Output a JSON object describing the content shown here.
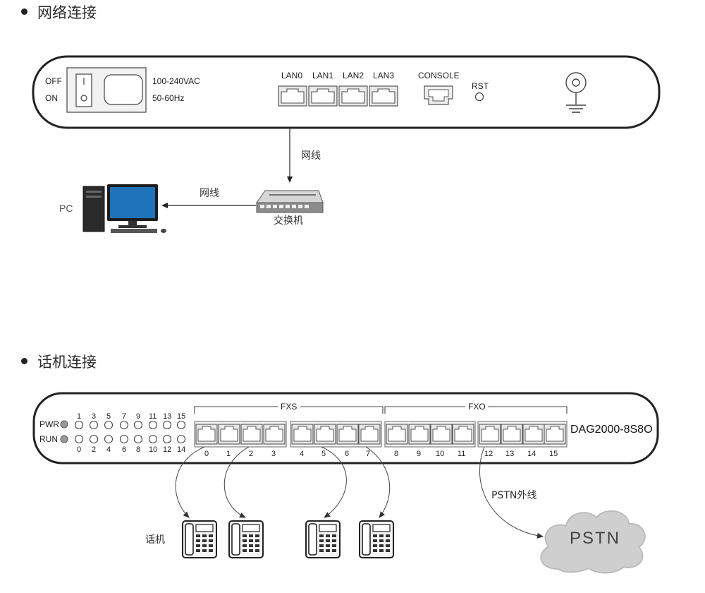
{
  "sections": {
    "network": "网络连接",
    "phone": "话机连接"
  },
  "device1": {
    "power_off": "OFF",
    "power_on": "ON",
    "voltage": "100-240VAC",
    "frequency": "50-60Hz",
    "lan_ports": [
      "LAN0",
      "LAN1",
      "LAN2",
      "LAN3"
    ],
    "console": "CONSOLE",
    "rst": "RST"
  },
  "network": {
    "cable_label_1": "网线",
    "cable_label_2": "网线",
    "switch_label": "交换机",
    "pc_label": "PC"
  },
  "device2": {
    "model": "DAG2000-8S8O",
    "pwr": "PWR",
    "run": "RUN",
    "led_top": [
      "1",
      "3",
      "5",
      "7",
      "9",
      "11",
      "13",
      "15"
    ],
    "led_bottom": [
      "0",
      "2",
      "4",
      "6",
      "8",
      "10",
      "12",
      "14"
    ],
    "fxs_label": "FXS",
    "fxo_label": "FXO",
    "port_numbers": [
      "0",
      "1",
      "2",
      "3",
      "4",
      "5",
      "6",
      "7",
      "8",
      "9",
      "10",
      "11",
      "12",
      "13",
      "14",
      "15"
    ]
  },
  "phones": {
    "phone_label": "话机",
    "pstn_line": "PSTN外线",
    "pstn_cloud": "PSTN"
  }
}
